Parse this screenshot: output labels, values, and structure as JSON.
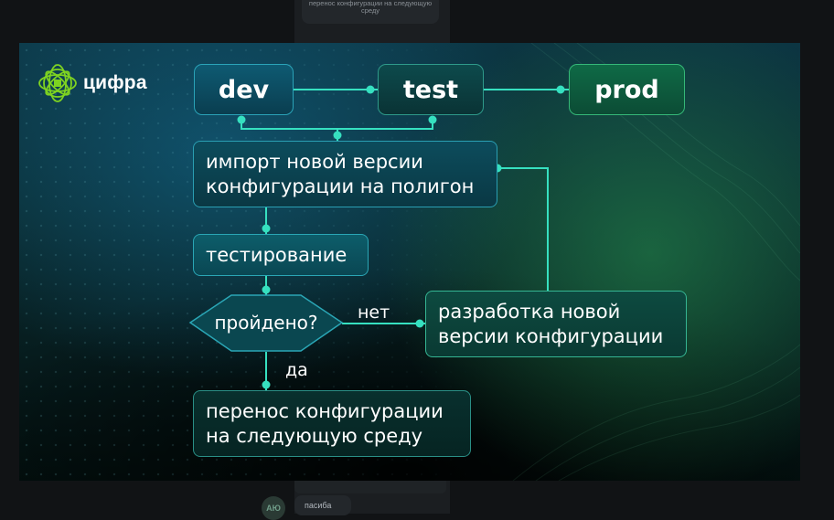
{
  "background_chat": {
    "top_message": "перенос конфигурации на следующую среду",
    "bottom_message": "пасиба",
    "avatar_initials": "АЮ"
  },
  "logo": {
    "text": "цифра",
    "accent_color": "#7ed321"
  },
  "diagram": {
    "environments": {
      "dev": "dev",
      "test": "test",
      "prod": "prod"
    },
    "steps": {
      "import": "импорт новой версии\nконфигурации на полигон",
      "testing": "тестирование",
      "decision": "пройдено?",
      "develop": "разработка новой\nверсии конфигурации",
      "transfer": "перенос конфигурации\nна следующую среду"
    },
    "edge_labels": {
      "no": "нет",
      "yes": "да"
    },
    "connector_color": "#36e0c0"
  }
}
